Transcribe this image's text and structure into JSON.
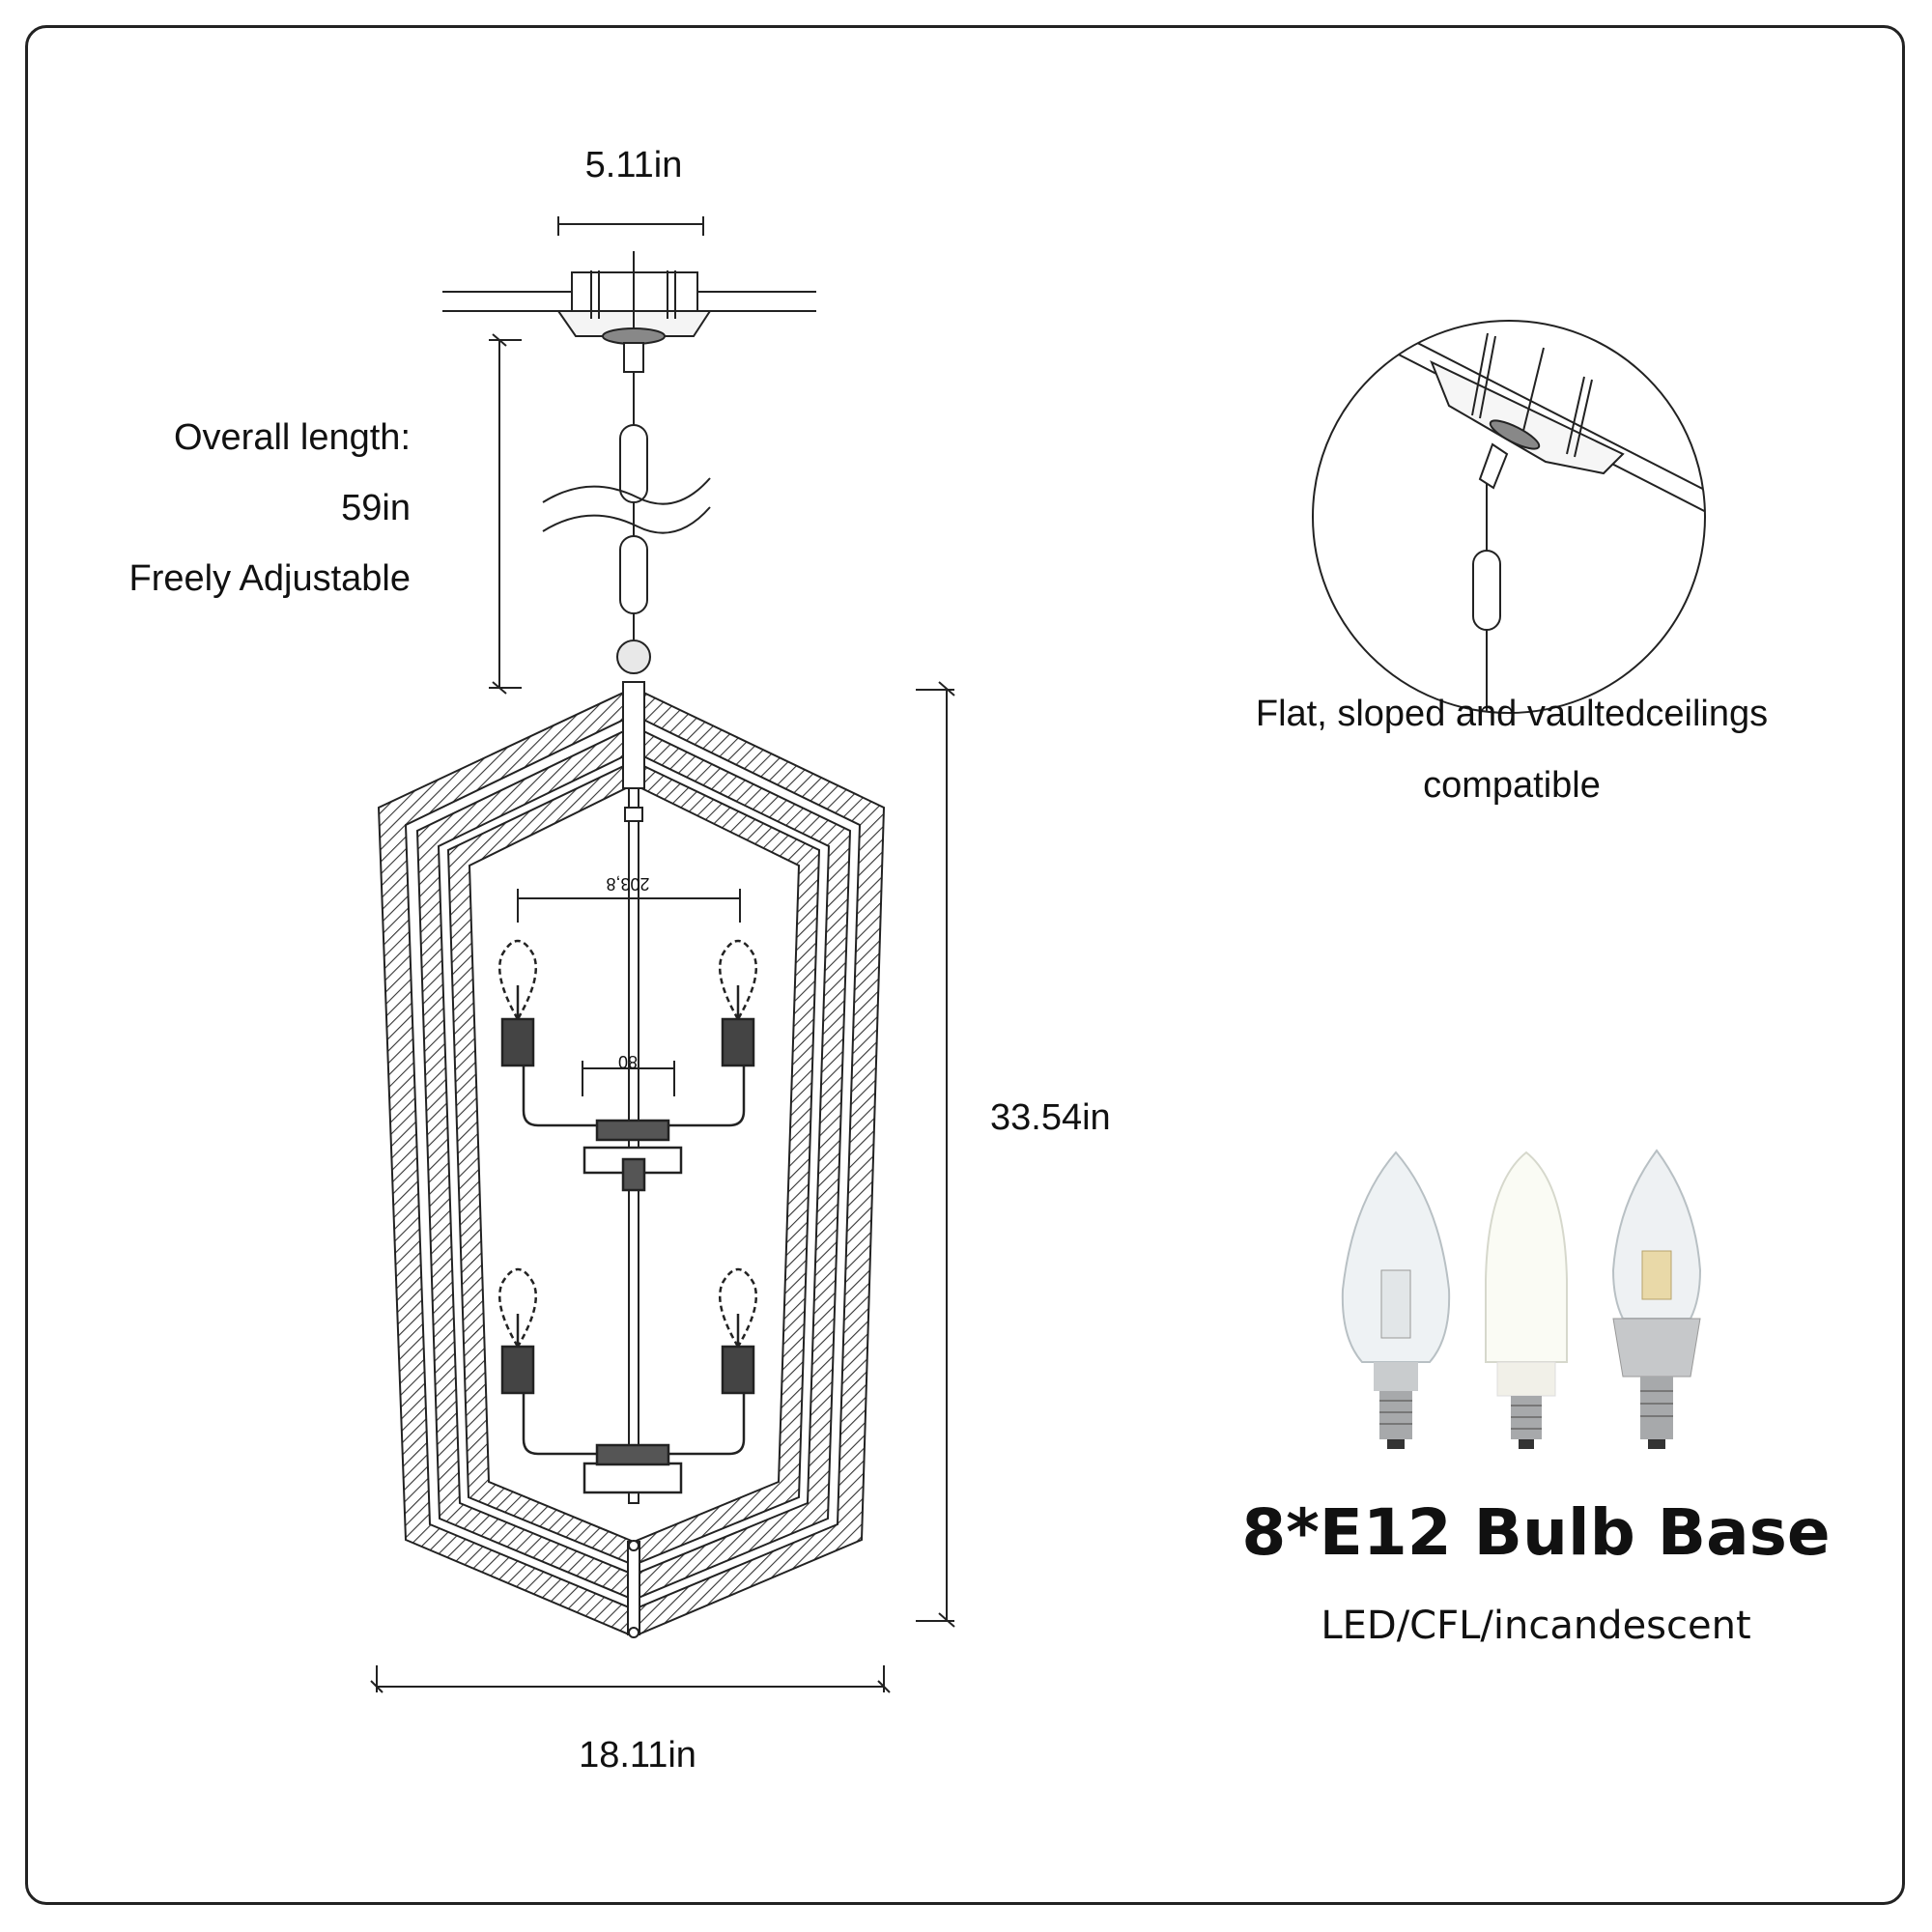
{
  "labels": {
    "canopy_width": "5.11in",
    "overall_length_1": "Overall length:",
    "overall_length_2": "59in",
    "overall_length_3": "Freely Adjustable",
    "height": "33.54in",
    "width": "18.11in",
    "inner_span": "203,8",
    "center_span": "80"
  },
  "ceiling_note": {
    "line1": "Flat, sloped and vaultedceilings",
    "line2": "compatible"
  },
  "bulbs": {
    "title": "8*E12 Bulb Base",
    "subtitle": "LED/CFL/incandescent",
    "types": [
      "halogen-candle-bulb-icon",
      "cfl-candle-bulb-icon",
      "led-candle-bulb-icon"
    ]
  },
  "colors": {
    "line": "#222222",
    "frame": "#222222"
  }
}
